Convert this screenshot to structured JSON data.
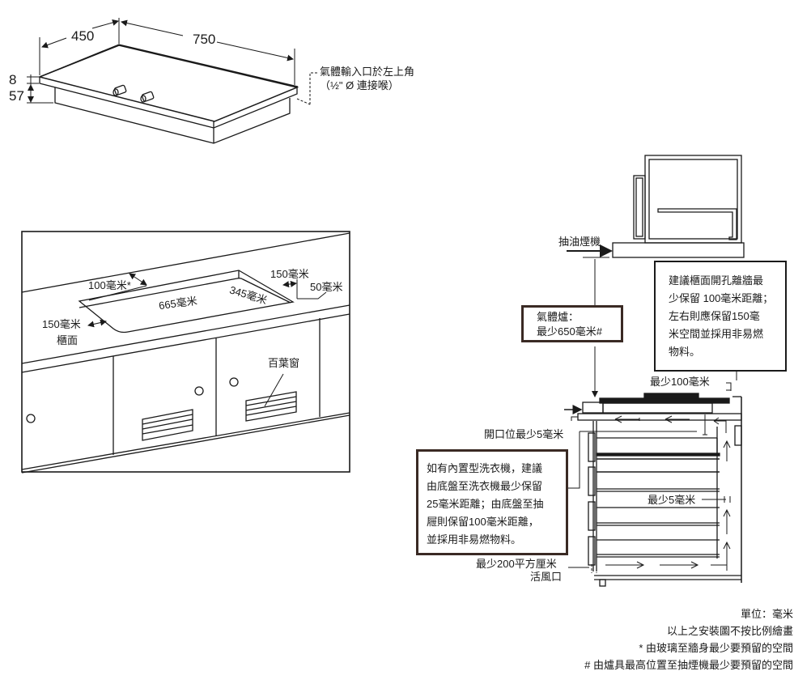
{
  "hob": {
    "dim_depth": "450",
    "dim_width": "750",
    "dim_glass": "8",
    "dim_body": "57",
    "gas_inlet_line1": "氣體輸入口於左上角",
    "gas_inlet_line2": "（½\" Ø 連接喉）"
  },
  "cutout": {
    "rear_gap": "100毫米*",
    "cut_length": "665毫米",
    "cut_depth": "345毫米",
    "right_gap": "150毫米",
    "right_wall": "50毫米",
    "left_gap": "150毫米",
    "countertop": "櫃面",
    "louvre": "百葉窗"
  },
  "side": {
    "hood": "抽油煙機",
    "hob_clearance_title": "氣體爐：",
    "hob_clearance_value": "最少650毫米#",
    "wall_note": [
      "建議櫃面開孔離牆最",
      "少保留 100毫米距離；",
      "左右則應保留150毫",
      "米空間並採用非易燃",
      "物料。"
    ],
    "min_100": "最少100毫米",
    "opening_5": "開口位最少5毫米",
    "washer_note": [
      "如有內置型洗衣機，建議",
      "由底盤至洗衣機最少保留",
      "25毫米距離；由底盤至抽",
      "屜則保留100毫米距離，",
      "並採用非易燃物料。"
    ],
    "min_5": "最少5毫米",
    "vent_line1": "最少200平方厘米",
    "vent_line2": "活風口"
  },
  "notes": [
    "單位：毫米",
    "以上之安裝圖不按比例繪畫",
    "* 由玻璃至牆身最少要預留的空間",
    "# 由爐具最高位置至抽煙機最少要預留的空間"
  ],
  "colors": {
    "line": "#1a1a1a",
    "box_border_dark": "#3a2a24"
  }
}
